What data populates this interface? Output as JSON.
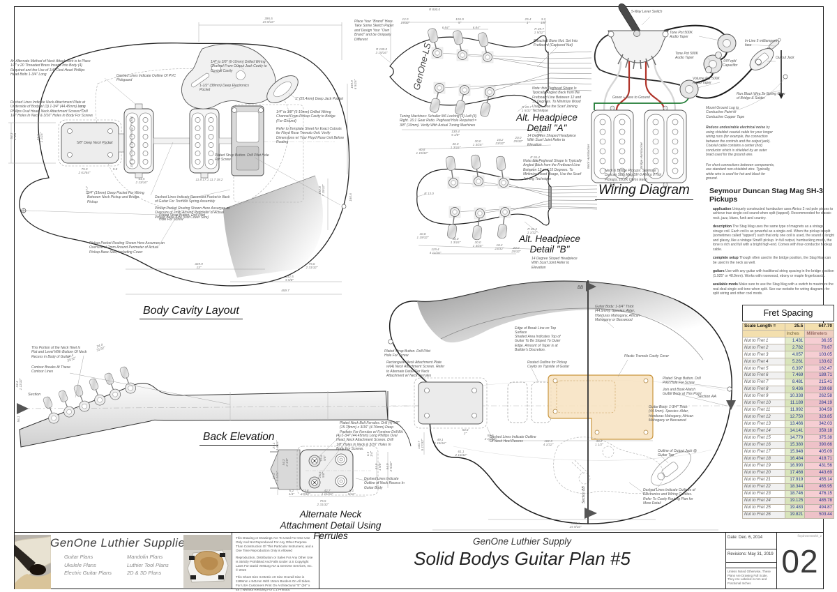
{
  "sheet": {
    "page_number": "02",
    "file_code": "floydrosestrathh_2",
    "date": "Date: Dec. 6, 2014",
    "revisions": "Revisions: May 31, 2019",
    "scale_note": "Unless Noted Otherwise, These Plans Are Drawing Full Scale. They Are Labeled in mm and Fractional Inches"
  },
  "title_block": {
    "company": "GenOne Luthier Supply",
    "plan_title": "Solid Bodys Guitar Plan #5",
    "legal_1": "This Drawing or Drawings Are To Used For One Use Only And Not Reproduced For Any Other Purpose Than Construction Of This Particular Instrument, and a One Time Reproduction Only is Allowed",
    "legal_2": "Reproduction, Distribution or Sales For Any Other Use Is Strictly Prohibited And Falls Under U.S Copyright Laws For David VerBurg AIA & GenOne Services, Inc. © 2019",
    "legal_3": "This Sheet Size Is Metric A0 Size Overall Size is 1189mm x 841mm With 15mm Borders On All Sides. For USA Customers Print On Architectural \"E\" (36\" x 48\") Without Resizing For 1:1 Printout."
  },
  "logo": {
    "brand": "GenOne Luthier Supplies",
    "plans_left": [
      "Guitar Plans",
      "Ukulele Plans",
      "Electric Guitar Plans"
    ],
    "plans_right": [
      "Mandolin Plans",
      "Luthier Tool Plans",
      "2D & 3D Plans"
    ]
  },
  "titles": {
    "body_cavity": "Body Cavity Layout",
    "headpiece_a": "Alt. Headpiece Detail \"A\"",
    "headpiece_b": "Alt. Headpiece Detail \"B\"",
    "wiring": "Wiring Diagram",
    "back_elevation": "Back Elevation",
    "ferrule_detail": "Alternate Neck Attachment Detail Using Ferrules"
  },
  "headstock_logo": "GenOne-LS",
  "notes": {
    "body": {
      "n01": "An Alternate Method of Neck Attachment is to Place 1/4\" x 20 Threaded Brass Inserts Into Body (4) Required and the Use of 1/4\" Oval Head Phillips Head Bolts 1-3/4\" Long",
      "n02": "Dashed Lines Indicate Neck Attachment Plate at Underside of Body w/ (3) 1-3/4\" (44.45mm) Long Phillips Oval Head, Neck Attachment Screws. Drill 1/8\" Holes In Neck & 3/16\" Holes In Body For Screws",
      "n03": "Dashed Lines Indicate Outline Of PVC Pickguard",
      "n04": "5/8\" Deep Neck Pocket",
      "n05": "1/4\" to 3/8\" (6-10mm) Drilled Wiring Channel From Output Jack Cavity to Control Cavity",
      "n06": "1-1/2\" (38mm) Deep Electronics Pocket",
      "n07": "1\" (25.4mm) Deep Jack Pocket",
      "n08": "1/4\" to 3/8\" (6-10mm) Drilled Wiring Channel From Pickup Cavity to Bridge (For Ground)",
      "n09": "Refer to Template Sheet for Exact Cutouts for Floyd Rose Tremolo Unit. Verify Dimensions w/ Your Floyd Rose Unit Before Routing",
      "n10": "Plated Strap Button. Drill Pilot Hole For Screw",
      "n11": "Dashed Lines Indicate Recessed Pocket in Back of Guitar For Tremolo Spring Assembly",
      "n12": "Pickup Pocket Routing Shown Here Assumes an Oversize of 2mm Around Perimeter of Actual Pickup Base Size (Not Cover Size)",
      "n13": "Pickup Pocket Routing Shown Here Assumes an Oversize of 2mm Around Perimeter of Actual Pickup Base Size, Including Cover",
      "n14": "Plated Strap Button. Drill Pilot Hole For Screw",
      "n15": "3/4\" (19mm) Deep Pocket For Wiring Between Neck Pickup and Bridge Pickup",
      "pocket_rot": "3/4\" (19.0 mm) Deep Pickup Pocket"
    },
    "hpa": {
      "brand": "Place Your \"Brand\" Here. Take Some Sketch Paper and Design Your \"Own Brand\" and be Uniquely Different",
      "nut": "Bleached Bone Nut. Set Into Fretboard (Captured Nut)",
      "angle": "Note: this Peghead Shape Is Typically Angled Back from the Fretboard Line Between 12 and 15 Degrees. To Minimize Wood Usage, Use the Scarf Joining Technique",
      "tuners": "Tuning Machines: Schaller M6 Locking (3) Left (3) Right. 16:1 Gear Ratio. Peghead Hole Required = 3/8\" (10mm). Verify With Actual Tuning Machines",
      "scarf": "14 Degrees Shaped Headpiece With Scarf Joint Refer to Elevation"
    },
    "hpb": {
      "angle": "Note: this Peghead Shape Is Typically Angled Back from the Fretboard Line Between 12 and 15 Degrees. To Minimize Wood Usage, Use the Scarf Joining Technique",
      "scarf": "14 Degree Sloped Headpiece With Scarf Joint Refer to Elevation"
    },
    "wiring": {
      "switch": "5-Way Lever Switch",
      "tone1": "Tone Pot 500K Audio Taper",
      "tone2": "Tone Pot 500K Audio Taper",
      "fuse": "In-Line 5 milliampere fuse",
      "cap": ".047 mfd Capacitor",
      "jack": "Output Jack",
      "vol": "Volume Pot 500K Audio Taper",
      "claw": "Run Black Wire To Spring Claw of Bridge & Solder",
      "green": "Green + Bare to Ground",
      "lug": "Mount Ground Lug to Conductive Paint or Conductive Copper Tape",
      "pickups": "Neck & Bridge Pickups: Seymour Duncan Stag Mag SH-3 Alnico II Hot Pickups, 16.2K Ohms Each",
      "neck_hb": "Neck Humbucker",
      "bridge_hb": "Bridge Humbucker"
    },
    "back": {
      "heel": "This Portion of the Neck Heel Is Flat and Level With Bottom Of Neck Recess in Body of Guitar",
      "contour": "Contour Breaks At These Contour Lines",
      "section": "Section",
      "body_spec": "Guitar Body: 1-3/4\" Thick (44.5mm). Species: Alder, Honduras Mahogany, African Mahogany or Basswood",
      "break_line": "Edge of Break Line on Top Surface",
      "shaded": "Shaded Area Indicates Top of Guitar To Be Sloped To Outer Edge. Amount of Taper is at Builder's Discretion.",
      "cover": "Plastic Tremolo Cavity Cover",
      "routed": "Routed Outline for Pickup Cavity on Topside of Guitar",
      "strap": "Plated Strap Button. Drill Pilot Hole For Screw",
      "plate": "Rectangular Neck Attachment Plate w/(4) Neck Attachment Screws. Refer to Alternate Detail For Neck Attachment w/ Neck Ferrules",
      "join": "Join and Book-Match Guitar Body at This Point",
      "section_aa": "Section  AA",
      "heel_recess": "Dashed Lines Indicate Outline Of Neck Heel Recess",
      "jack_outline": "Outline of Output Jack @ Guitar Top",
      "cavities": "Dashed Lines Indicate Outlines of Electronics and Wiring Cavities. Refer To Cavity Routing Plan for More Detail",
      "section_bb": "Section BB",
      "bb": "BB"
    },
    "ferrule": {
      "f1": "Plated Neck Bolt Ferrules. Drill (4) 5/8\" (15.78mm) x 3/16\" (4.76mm) Deep Pockets For Ferrules w/ Forstner Drill Bit.",
      "f2": "(4) 1-3/4\" (44.45mm) Long Phillips Oval Head, Neck Attachment Screws. Drill 1/8\" Holes In Neck & 3/16\" Holes In Body For Screws.",
      "f3": "Dashed Lines Indicate Outline of Neck Recess In Guitar Body"
    }
  },
  "pickup_info": {
    "note1_lead": "Reduce undesirable electrical noise",
    "note1_rest": " by using shielded coaxial cable for your longer wiring runs (for example, the connection between the controls and the output jack). Coaxial cable contains a center (hot) conductor which is shielded by an outer braid used for the ground wire.",
    "note2": "For short connections between components, use standard non-shielded wire. Typically, white wire is used for hot and black for ground.",
    "heading": "Seymour Duncan Stag Mag SH-3 Pickups",
    "paras": [
      {
        "lead": "application",
        "text": " Uniquely constructed humbucker uses Alnico 2 rod pole pieces to achieve true single-coil sound when split (tapped). Recommended for classic rock, jazz, blues, funk and country."
      },
      {
        "lead": "description",
        "text": " The Stag Mag uses the same type of magnets as a vintage sinuge coil. Each coil is as powerful as a single-coil. When the pickup is split (sometimes called \"tapped\") such that only one coil is used, the sound is bright and glassy, like a vintage Strat® pickup. In full output, humbucking mode, the tone is rich and full with a bright high-end. Comes with four-conductor hookup cable."
      },
      {
        "lead": "complete setup",
        "text": " Though often used in the bridge position, the Stag Mag can be used in the neck as well."
      },
      {
        "lead": "guitars",
        "text": " Use with any guitar with traditional string spacing in the bridge position (1.925\" or 48.9mm). Works with rosewood, ebony or maple fingerboards."
      },
      {
        "lead": "available mods",
        "text": " Make sure to use the Stag Mag with a switch to maximize the real-deal single-coil tone when split. See our website for wiring diagrams for split wiring and other cool mods."
      }
    ]
  },
  "fret_table": {
    "title": "Fret Spacing",
    "scale_label": "Scale Length =",
    "scale_inches": "25.5",
    "scale_mm": "647.70",
    "col_inches": "Inches",
    "col_mm": "Millimeters",
    "rows": [
      {
        "label": "Nut to Fret 1",
        "in": "1.431",
        "mm": "36.35"
      },
      {
        "label": "Nut to Fret 2",
        "in": "2.782",
        "mm": "70.67"
      },
      {
        "label": "Nut to Fret 3",
        "in": "4.057",
        "mm": "103.05"
      },
      {
        "label": "Nut to Fret 4",
        "in": "5.261",
        "mm": "133.62"
      },
      {
        "label": "Nut to Fret 5",
        "in": "6.397",
        "mm": "162.47"
      },
      {
        "label": "Nut to Fret 6",
        "in": "7.469",
        "mm": "189.71"
      },
      {
        "label": "Nut to Fret 7",
        "in": "8.481",
        "mm": "215.41"
      },
      {
        "label": "Nut to Fret 8",
        "in": "9.436",
        "mm": "239.68"
      },
      {
        "label": "Nut to Fret 9",
        "in": "10.338",
        "mm": "262.58"
      },
      {
        "label": "Nut to Fret 10",
        "in": "11.189",
        "mm": "284.19"
      },
      {
        "label": "Nut to Fret 11",
        "in": "11.992",
        "mm": "304.59"
      },
      {
        "label": "Nut to Fret 12",
        "in": "12.750",
        "mm": "323.85"
      },
      {
        "label": "Nut to Fret 13",
        "in": "13.466",
        "mm": "342.03"
      },
      {
        "label": "Nut to Fret 14",
        "in": "14.141",
        "mm": "359.18"
      },
      {
        "label": "Nut to Fret 15",
        "in": "14.779",
        "mm": "375.38"
      },
      {
        "label": "Nut to Fret 16",
        "in": "15.380",
        "mm": "390.66"
      },
      {
        "label": "Nut to Fret 17",
        "in": "15.948",
        "mm": "405.09"
      },
      {
        "label": "Nut to Fret 18",
        "in": "16.484",
        "mm": "418.71"
      },
      {
        "label": "Nut to Fret 19",
        "in": "16.990",
        "mm": "431.56"
      },
      {
        "label": "Nut to Fret 20",
        "in": "17.468",
        "mm": "443.69"
      },
      {
        "label": "Nut to Fret 21",
        "in": "17.919",
        "mm": "455.14"
      },
      {
        "label": "Nut to Fret 22",
        "in": "18.344",
        "mm": "465.95"
      },
      {
        "label": "Nut to Fret 23",
        "in": "18.746",
        "mm": "476.15"
      },
      {
        "label": "Nut to Fret 24",
        "in": "19.125",
        "mm": "485.78"
      },
      {
        "label": "Nut to Fret 25",
        "in": "19.483",
        "mm": "494.87"
      },
      {
        "label": "Nut to Fret 26",
        "in": "19.821",
        "mm": "503.44"
      }
    ]
  },
  "dims": {
    "b01": "395.5\n15 9/16\"",
    "b02": "50.8\n2\"",
    "b03": "54.3\n2 1/8\"",
    "b04": "27.2\n1 1/16\"",
    "b05": "75.0\n2 61/64\"",
    "b06": "9.8",
    "b07": "61.5\n2 13/16\"",
    "b08": "11.8   17.1   11.7   18.2",
    "b09": "157.7",
    "b10": "329.9\n13\"",
    "b11": "142.5\n5 5/8\"",
    "b12": "75.6\n2 31/32\"",
    "b13": "459.7",
    "b14": "192.8\n7 19/32\"",
    "b15": "159.9\n6 5/16\"",
    "b16": "160.6",
    "a01": "R 800.0",
    "a02": "12.0\n15/32\"",
    "a03": "126.9\n5\"",
    "a04": "6.84\"",
    "a05": "6.84\"",
    "a06": "25.4\n1\"",
    "a07": "3.2\n1/8\"",
    "a08": "R 29.7\n1 5/32\"",
    "a09": "R 100.0\n3 15/16\"",
    "a10": "R 29.7\n1 5/32\"",
    "a11": "130.4\n5 1/8\"",
    "a12": "22.6\n7/8\"",
    "p01": "40.8\n1 19/32\"",
    "p02": "30.0\n1 3/16\"",
    "p03": "30.0\n1 3/16\"",
    "p04": "18.2\n23/32\"",
    "p05": "20.0\n25/32\"",
    "p06": "R 26.4\n1 1/32\"",
    "p07": "R 13.0",
    "p08": "40.8\n1 19/32\"",
    "p09": "30.0\n1 3/16\"",
    "p10": "30.0\n1 3/16\"",
    "p11": "18.2\n23/32\"",
    "p12": "20.0\n25/32\"",
    "p13": "R 26.4\n1 1/32\"",
    "p14": "119.4\n4 11/16\"",
    "e01": "24.4\n31/32\"",
    "e02": "24.4\n31/32\"",
    "e03": "34.4\n1 11/32\"",
    "e04": "56.1",
    "c01": "50.8\n2\"",
    "c02": "49.1\n1 15/16\"",
    "c03": "61.1\n2 13/32\"",
    "c04": "140.7\n5 17/32\"",
    "c05": "59.9\n2 11/32\"",
    "c06": "102.3\n4 1/32\"",
    "c07": "38.2\n1 1/2\"",
    "c08": "395.4\n15 9/16\"",
    "f01": "27.1\n1 1/16\"",
    "f02": "27.1\n1 1/16\"",
    "f03": "54.3\n2 1/8\"",
    "f04": "15.6\n5/8\"",
    "f05": "15.6\n5/8\"",
    "f06": "6.5\n1/4\"",
    "f07": "41.5\n1 5/8\"",
    "f08": "54.9\n2 5/32\"",
    "f09": "6.2\n1/4\"",
    "f10": "13.8\n17/32\"",
    "f11": "42.7\n1 11/16\"",
    "f12": "8.1\n5/16\"",
    "f13": "75.5\n2 31/32\""
  }
}
